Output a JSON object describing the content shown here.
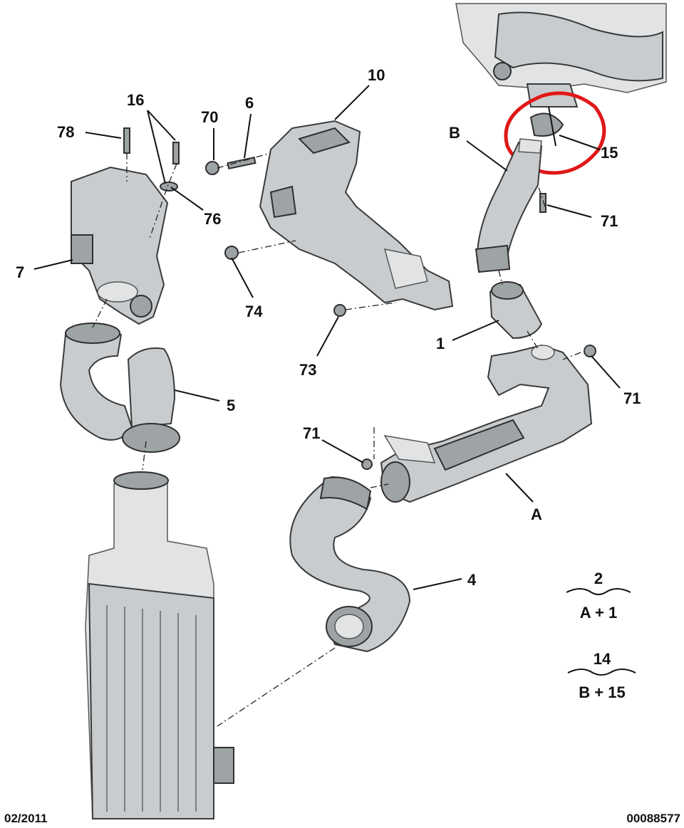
{
  "callouts": {
    "c1": "1",
    "c4": "4",
    "c5": "5",
    "c6": "6",
    "c7": "7",
    "c10": "10",
    "c15": "15",
    "c16": "16",
    "c70": "70",
    "c71a": "71",
    "c71b": "71",
    "c71c": "71",
    "c73": "73",
    "c74": "74",
    "c76": "76",
    "c78": "78",
    "cA": "A",
    "cB": "B"
  },
  "legend": [
    {
      "top": "2",
      "bottom": "A + 1"
    },
    {
      "top": "14",
      "bottom": "B + 15"
    }
  ],
  "footer": {
    "date": "02/2011",
    "ref": "00088577"
  },
  "highlight_color": "#e01818"
}
